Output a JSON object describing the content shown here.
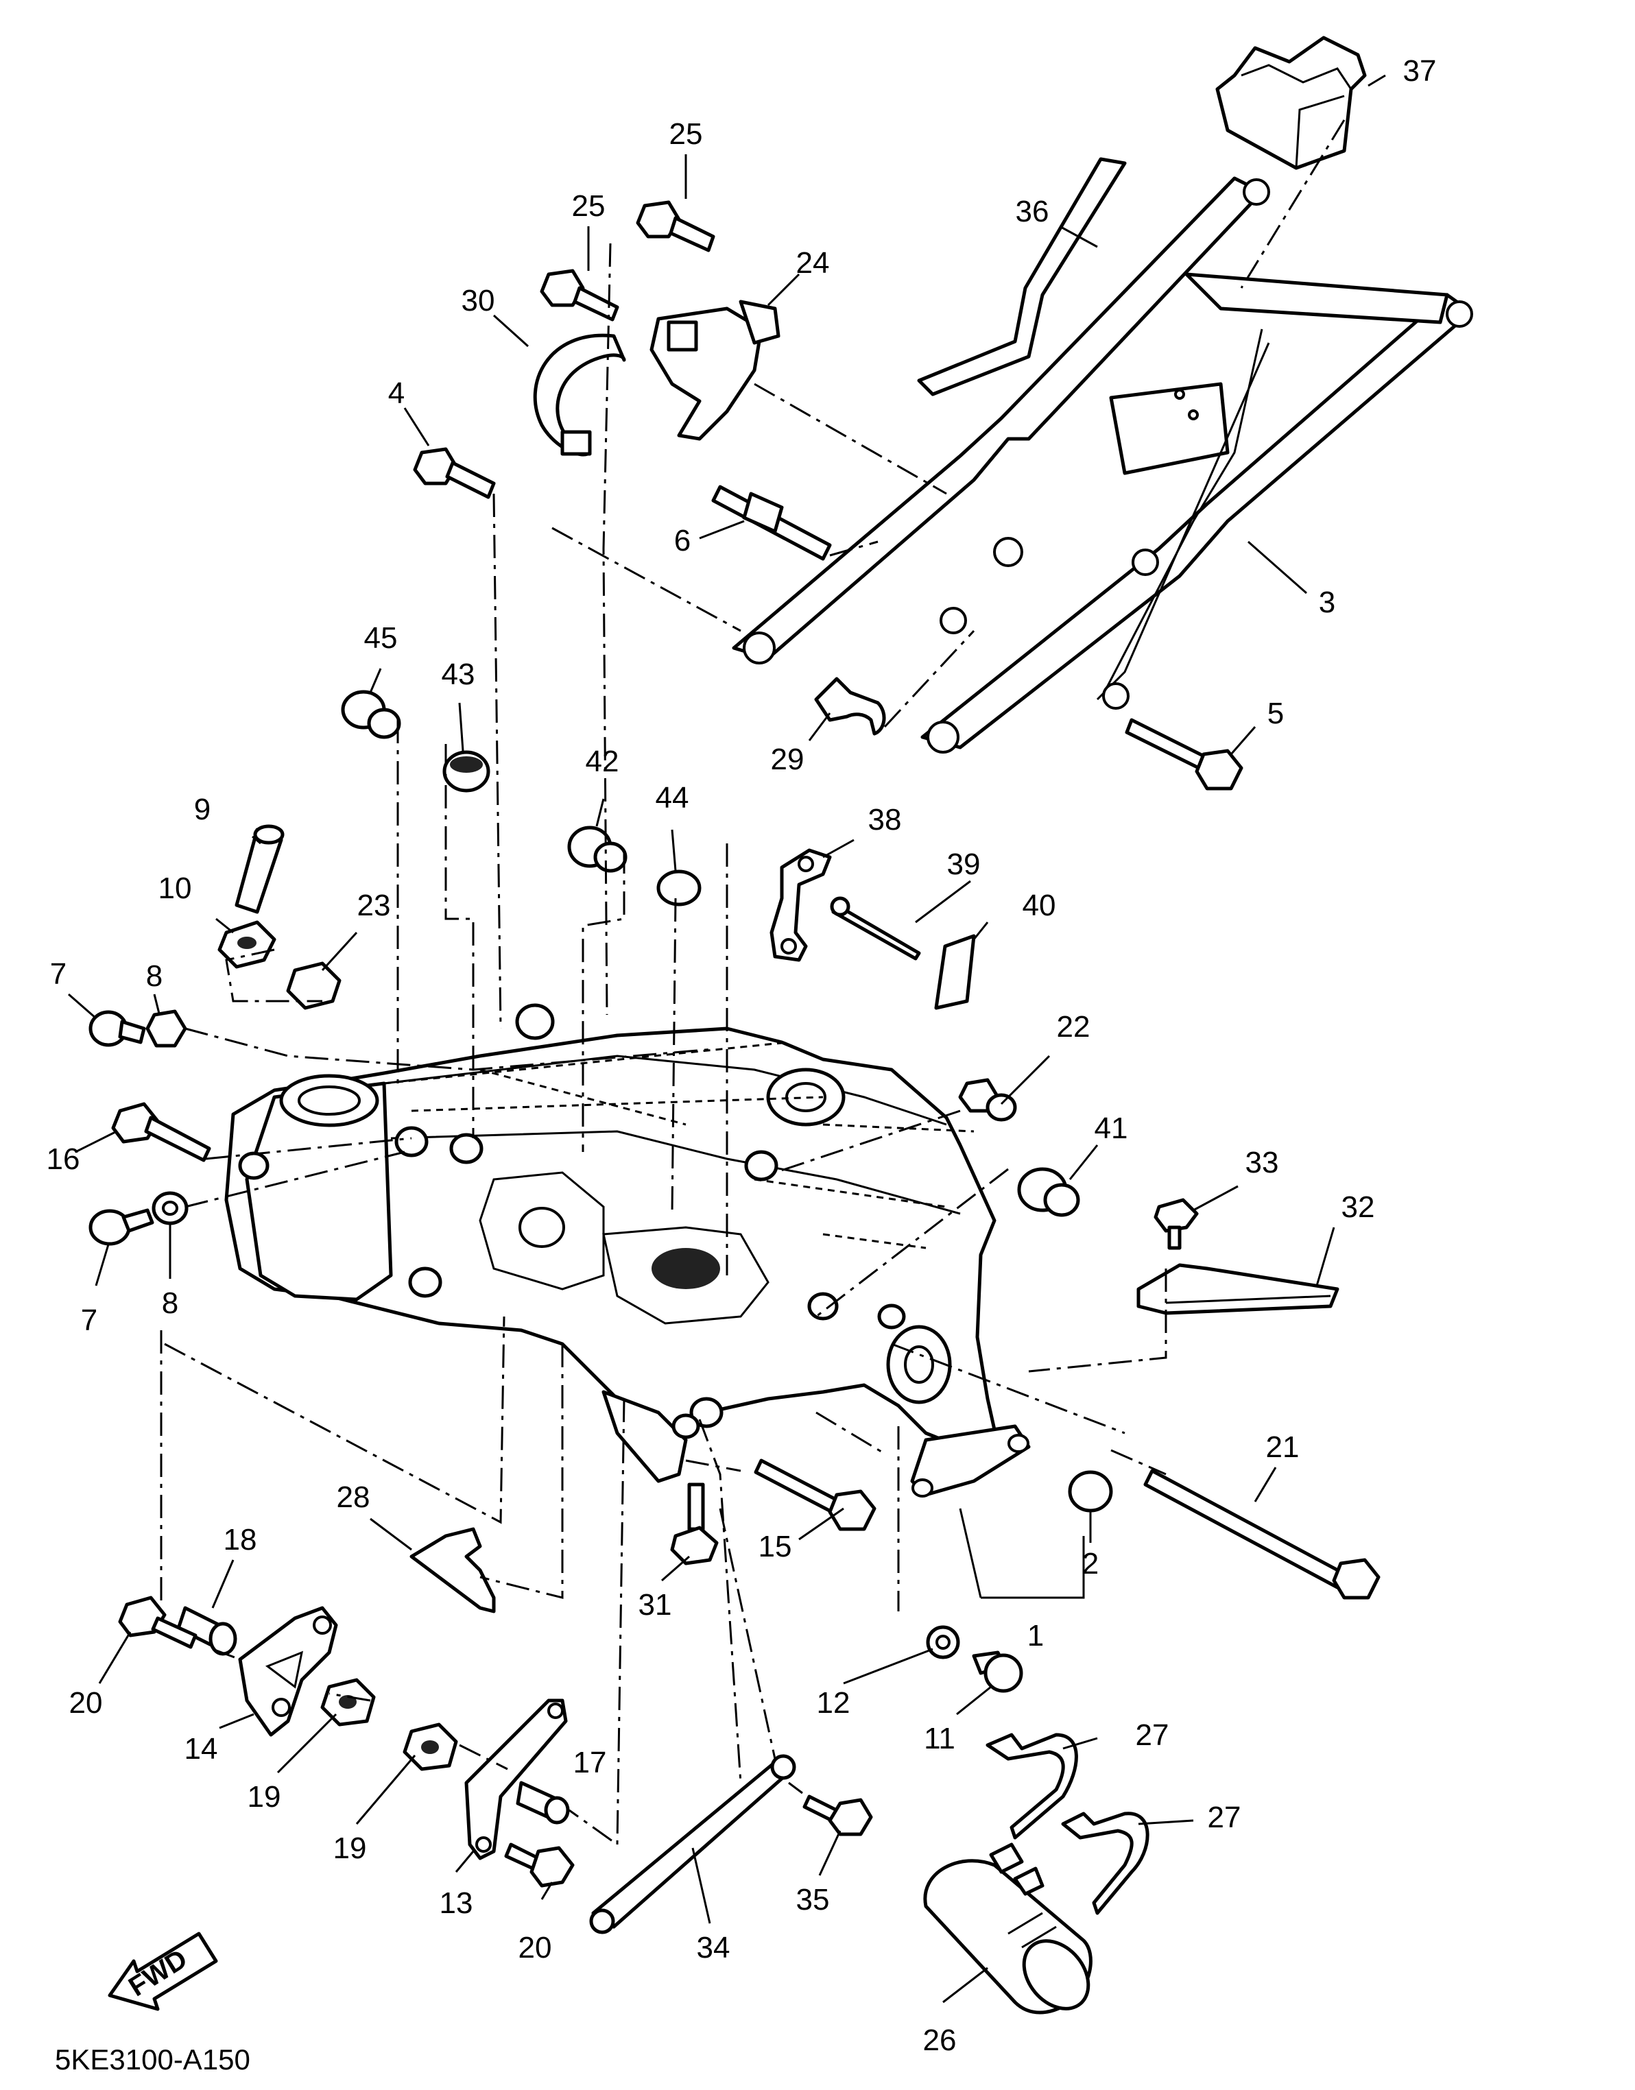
{
  "diagram_code": "5KE3100-A150",
  "fwd_label": "FWD",
  "callouts": [
    {
      "id": "c37",
      "text": "37"
    },
    {
      "id": "c25a",
      "text": "25"
    },
    {
      "id": "c25b",
      "text": "25"
    },
    {
      "id": "c24",
      "text": "24"
    },
    {
      "id": "c36",
      "text": "36"
    },
    {
      "id": "c30",
      "text": "30"
    },
    {
      "id": "c4",
      "text": "4"
    },
    {
      "id": "c6",
      "text": "6"
    },
    {
      "id": "c3",
      "text": "3"
    },
    {
      "id": "c45",
      "text": "45"
    },
    {
      "id": "c43",
      "text": "43"
    },
    {
      "id": "c5",
      "text": "5"
    },
    {
      "id": "c29",
      "text": "29"
    },
    {
      "id": "c42",
      "text": "42"
    },
    {
      "id": "c44",
      "text": "44"
    },
    {
      "id": "c9",
      "text": "9"
    },
    {
      "id": "c38",
      "text": "38"
    },
    {
      "id": "c39",
      "text": "39"
    },
    {
      "id": "c10",
      "text": "10"
    },
    {
      "id": "c40",
      "text": "40"
    },
    {
      "id": "c23",
      "text": "23"
    },
    {
      "id": "c7a",
      "text": "7"
    },
    {
      "id": "c8a",
      "text": "8"
    },
    {
      "id": "c22",
      "text": "22"
    },
    {
      "id": "c41",
      "text": "41"
    },
    {
      "id": "c16",
      "text": "16"
    },
    {
      "id": "c33",
      "text": "33"
    },
    {
      "id": "c32",
      "text": "32"
    },
    {
      "id": "c7b",
      "text": "7"
    },
    {
      "id": "c8b",
      "text": "8"
    },
    {
      "id": "c21",
      "text": "21"
    },
    {
      "id": "c28",
      "text": "28"
    },
    {
      "id": "c15",
      "text": "15"
    },
    {
      "id": "c2",
      "text": "2"
    },
    {
      "id": "c18",
      "text": "18"
    },
    {
      "id": "c31",
      "text": "31"
    },
    {
      "id": "c1",
      "text": "1"
    },
    {
      "id": "c20a",
      "text": "20"
    },
    {
      "id": "c12",
      "text": "12"
    },
    {
      "id": "c11",
      "text": "11"
    },
    {
      "id": "c14",
      "text": "14"
    },
    {
      "id": "c27a",
      "text": "27"
    },
    {
      "id": "c19a",
      "text": "19"
    },
    {
      "id": "c17",
      "text": "17"
    },
    {
      "id": "c27b",
      "text": "27"
    },
    {
      "id": "c19b",
      "text": "19"
    },
    {
      "id": "c35",
      "text": "35"
    },
    {
      "id": "c13",
      "text": "13"
    },
    {
      "id": "c20b",
      "text": "20"
    },
    {
      "id": "c34",
      "text": "34"
    },
    {
      "id": "c26",
      "text": "26"
    }
  ]
}
